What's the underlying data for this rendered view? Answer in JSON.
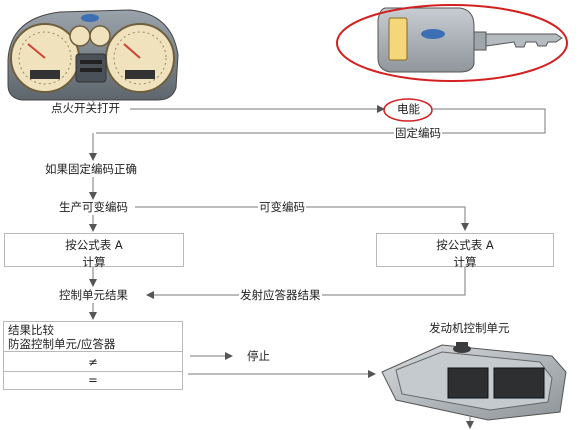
{
  "labels": {
    "ignition_on": "点火开关打开",
    "energy": "电能",
    "fixed_code": "固定编码",
    "if_fixed_code_correct": "如果固定编码正确",
    "generate_rolling_code": "生产可变编码",
    "rolling_code": "可变编码",
    "control_unit_result": "控制单元结果",
    "transponder_result": "发射应答器结果",
    "stop": "停止",
    "engine_control_unit": "发动机控制单元"
  },
  "formula_boxes": [
    {
      "line1": "按公式表 A",
      "line2": "计算"
    },
    {
      "line1": "按公式表 A",
      "line2": "计算"
    }
  ],
  "compare_table": {
    "title_line1": "结果比较",
    "title_line2": "防盗控制单元/应答器",
    "not_equal": "≠",
    "equal": "="
  },
  "colors": {
    "highlight_red": "#d32020",
    "arrow_gray": "#7a7a7a",
    "box_border": "#b9b9b9",
    "dashboard_tan": "#e9d9b0",
    "key_yellow": "#f4d77a"
  }
}
